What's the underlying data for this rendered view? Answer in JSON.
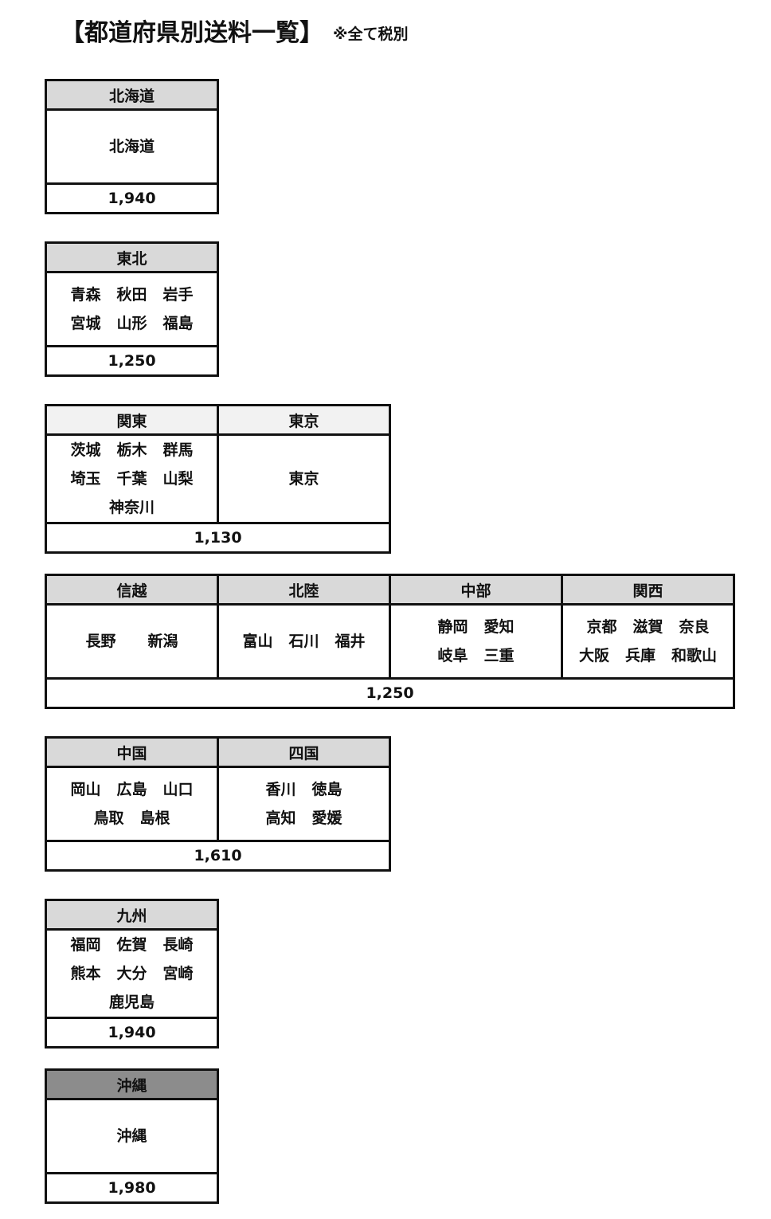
{
  "title": "【都道府県別送料一覧】",
  "note": "※全て税別",
  "groups": {
    "hokkaido": {
      "regions": [
        {
          "name": "北海道",
          "lines": [
            [
              "北海道"
            ]
          ]
        }
      ],
      "price": "1,940"
    },
    "tohoku": {
      "regions": [
        {
          "name": "東北",
          "lines": [
            [
              "青森",
              "秋田",
              "岩手"
            ],
            [
              "宮城",
              "山形",
              "福島"
            ]
          ]
        }
      ],
      "price": "1,250"
    },
    "kanto": {
      "regions": [
        {
          "name": "関東",
          "lines": [
            [
              "茨城",
              "栃木",
              "群馬"
            ],
            [
              "埼玉",
              "千葉",
              "山梨"
            ],
            [
              "神奈川"
            ]
          ]
        },
        {
          "name": "東京",
          "lines": [
            [
              "東京"
            ]
          ]
        }
      ],
      "price": "1,130"
    },
    "central": {
      "regions": [
        {
          "name": "信越",
          "lines": [
            [
              "長野",
              "新潟"
            ]
          ]
        },
        {
          "name": "北陸",
          "lines": [
            [
              "富山",
              "石川",
              "福井"
            ]
          ]
        },
        {
          "name": "中部",
          "lines": [
            [
              "静岡",
              "愛知"
            ],
            [
              "岐阜",
              "三重"
            ]
          ]
        },
        {
          "name": "関西",
          "lines": [
            [
              "京都",
              "滋賀",
              "奈良"
            ],
            [
              "大阪",
              "兵庫",
              "和歌山"
            ]
          ]
        }
      ],
      "price": "1,250"
    },
    "chugoku_shikoku": {
      "regions": [
        {
          "name": "中国",
          "lines": [
            [
              "岡山",
              "広島",
              "山口"
            ],
            [
              "鳥取",
              "島根"
            ]
          ]
        },
        {
          "name": "四国",
          "lines": [
            [
              "香川",
              "徳島"
            ],
            [
              "高知",
              "愛媛"
            ]
          ]
        }
      ],
      "price": "1,610"
    },
    "kyushu": {
      "regions": [
        {
          "name": "九州",
          "lines": [
            [
              "福岡",
              "佐賀",
              "長崎"
            ],
            [
              "熊本",
              "大分",
              "宮崎"
            ],
            [
              "鹿児島"
            ]
          ]
        }
      ],
      "price": "1,940"
    },
    "okinawa": {
      "regions": [
        {
          "name": "沖縄",
          "lines": [
            [
              "沖縄"
            ]
          ]
        }
      ],
      "price": "1,980"
    }
  },
  "colors": {
    "header_gray": "#d9d9d9",
    "header_light": "#f2f2f2",
    "header_dark": "#8c8c8c",
    "border": "#111111"
  }
}
